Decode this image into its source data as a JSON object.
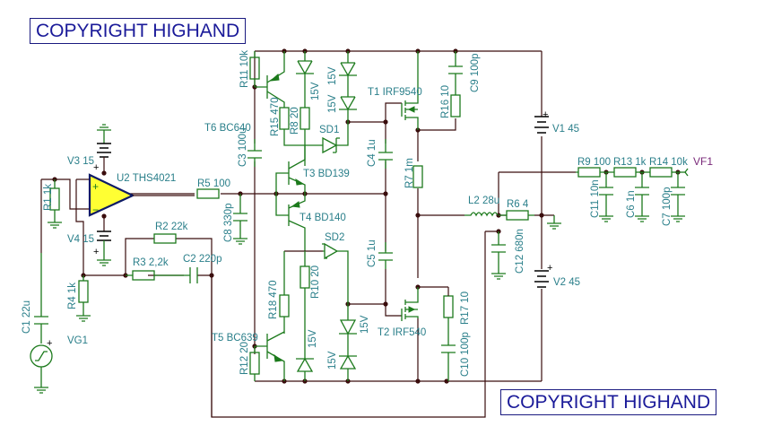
{
  "watermarks": {
    "top": "COPYRIGHT HIGHAND",
    "bottom": "COPYRIGHT HIGHAND"
  },
  "components": {
    "R1": "R1 1k",
    "R2": "R2 22k",
    "R3": "R3 2,2k",
    "R4": "R4 1k",
    "R5": "R5 100",
    "R6": "R6 4",
    "R7": "R7 1m",
    "R8": "R8 20",
    "R9": "R9 100",
    "R10": "R10 20",
    "R11": "R11 10k",
    "R12": "R12 20",
    "R13": "R13 1k",
    "R14": "R14 10k",
    "R15": "R15 470",
    "R16": "R16 10",
    "R17": "R17 10",
    "R18": "R18 470",
    "C1": "C1 22u",
    "C2": "C2 220p",
    "C3": "C3 100u",
    "C4": "C4 1u",
    "C5": "C5 1u",
    "C6": "C6 1n",
    "C7": "C7 100p",
    "C8": "C8 330p",
    "C9": "C9 100p",
    "C10": "C10 100p",
    "C11": "C11 10n",
    "C12": "C12 680n",
    "L2": "L2 28u",
    "T1": "T1 IRF9540",
    "T2": "T2 IRF540",
    "T3": "T3 BD139",
    "T4": "T4 BD140",
    "T5": "T5 BC639",
    "T6": "T6 BC640",
    "U2": "U2 THS4021",
    "V1": "V1 45",
    "V2": "V2 45",
    "V3": "V3 15",
    "V4": "V4 15",
    "SD1": "SD1",
    "SD2": "SD2",
    "Z1": "15V",
    "Z2": "15V",
    "Z3": "15V",
    "Z4": "15V",
    "Z5": "15V",
    "Z6": "15V",
    "VG1": "VG1",
    "VF1": "VF1"
  },
  "symbols": {
    "plus": "+",
    "minus": "−"
  }
}
